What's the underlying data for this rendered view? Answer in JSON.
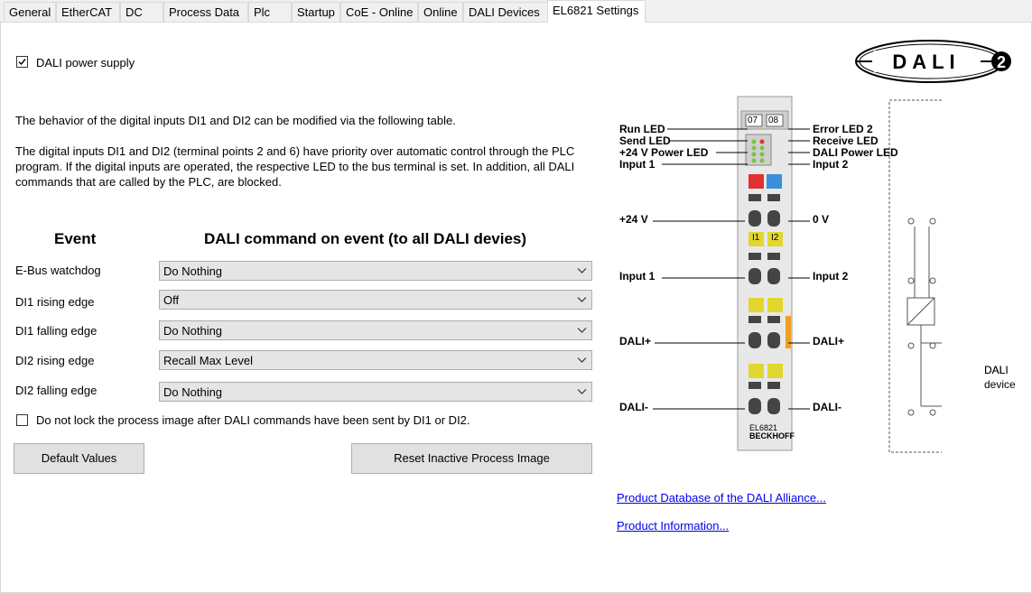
{
  "tabs": [
    {
      "label": "General"
    },
    {
      "label": "EtherCAT"
    },
    {
      "label": "DC"
    },
    {
      "label": "Process Data"
    },
    {
      "label": "Plc"
    },
    {
      "label": "Startup"
    },
    {
      "label": "CoE - Online"
    },
    {
      "label": "Online"
    },
    {
      "label": "DALI Devices"
    },
    {
      "label": "EL6821 Settings"
    }
  ],
  "active_tab": "EL6821 Settings",
  "power_supply": {
    "label": "DALI power supply",
    "checked": true
  },
  "description": {
    "line1": "The behavior of the digital inputs DI1 and DI2 can be modified via the following table.",
    "line2": "The digital inputs DI1 and DI2 (terminal points 2 and 6) have priority over automatic control through the PLC program. If the digital inputs are operated, the respective LED to the bus terminal is set. In addition, all DALI commands that are called by the PLC, are blocked."
  },
  "table": {
    "header_event": "Event",
    "header_command": "DALI command on event (to all DALI devies)",
    "rows": [
      {
        "event": "E-Bus watchdog",
        "command": "Do Nothing"
      },
      {
        "event": "DI1 rising edge",
        "command": "Off"
      },
      {
        "event": "DI1 falling edge",
        "command": "Do Nothing"
      },
      {
        "event": "DI2 rising edge",
        "command": "Recall Max Level"
      },
      {
        "event": "DI2 falling edge",
        "command": "Do Nothing"
      }
    ]
  },
  "lock_option": {
    "label": "Do not lock the process image after DALI commands have been sent by DI1 or DI2.",
    "checked": false
  },
  "buttons": {
    "default_values": "Default Values",
    "reset_inactive": "Reset Inactive Process Image"
  },
  "logo": {
    "text": "DALI",
    "version": "2"
  },
  "diagram": {
    "left_labels": [
      "Run LED",
      "Send LED",
      "+24 V Power LED",
      "Input 1",
      "+24 V",
      "Input 1",
      "DALI+",
      "DALI-"
    ],
    "right_labels": [
      "Error LED 2",
      "Receive LED",
      "DALI Power LED",
      "Input 2",
      "0 V",
      "Input 2",
      "DALI+",
      "DALI-"
    ],
    "terminal_numbers": [
      "07",
      "08"
    ],
    "channel_labels": [
      "I1",
      "I2"
    ],
    "dali_plus_label": "DALI",
    "model": "EL6821",
    "brand": "BECKHOFF",
    "device_label_1": "DALI",
    "device_label_2": "device"
  },
  "links": {
    "dali_alliance": "Product Database of the DALI Alliance...",
    "product_info": "Product Information..."
  },
  "colors": {
    "link": "#0000ee",
    "terminal_body": "#d8d8d8",
    "led_green": "#7fc241",
    "led_red": "#e03030",
    "accent_yellow": "#e0d72f",
    "orange_bar": "#f0a020"
  }
}
